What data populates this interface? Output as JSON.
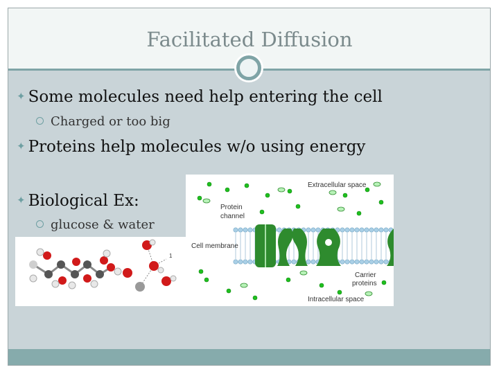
{
  "slide": {
    "title": "Facilitated Diffusion",
    "bullets": [
      {
        "level": 1,
        "text": "Some molecules need help entering the cell"
      },
      {
        "level": 2,
        "text": "Charged or too big"
      },
      {
        "level": 1,
        "text": "Proteins help molecules w/o using energy"
      },
      {
        "level": 1,
        "text": "Biological Ex:"
      },
      {
        "level": 2,
        "text": "glucose & water"
      }
    ]
  },
  "diagram": {
    "extracellular": "Extracellular space",
    "protein_channel_1": "Protein",
    "protein_channel_2": "channel",
    "cell_membrane": "Cell membrane",
    "carrier_1": "Carrier",
    "carrier_2": "proteins",
    "intracellular": "Intracellular space"
  },
  "water_label": "1",
  "colors": {
    "title_band": "#f2f6f5",
    "accent": "#7fa4a6",
    "content_bg": "#c9d4d8",
    "footer": "#86abac",
    "protein_green": "#2e8b2e",
    "molecule_green": "#1fbf1f"
  }
}
